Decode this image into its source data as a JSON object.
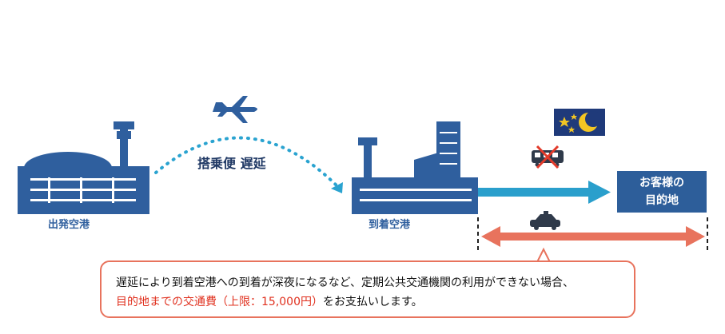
{
  "labels": {
    "departure_airport": "出発空港",
    "arrival_airport": "到着空港",
    "flight_delay": "搭乗便 遅延"
  },
  "destination": {
    "line1": "お客様の",
    "line2": "目的地"
  },
  "notice": {
    "line1": "遅延により到着空港への到着が深夜になるなど、定期公共交通機関の利用ができない場合、",
    "line2_highlight": "目的地までの交通費（上限：15,000円）",
    "line2_rest": "をお支払いします。"
  },
  "icons": {
    "airplane": "airplane-icon",
    "night": "moon-and-stars-icon",
    "train_unavailable": "train-crossed-out-icon",
    "taxi": "taxi-icon"
  },
  "colors": {
    "building": "#2f5f9e",
    "dotted_path": "#2aa3d0",
    "route_arrow": "#2a9fcc",
    "taxi_arrow": "#e8735d",
    "highlight_text": "#e0301e",
    "night_bg": "#1f3a7a",
    "moon": "#f3c623",
    "cross": "#e23a2a"
  }
}
